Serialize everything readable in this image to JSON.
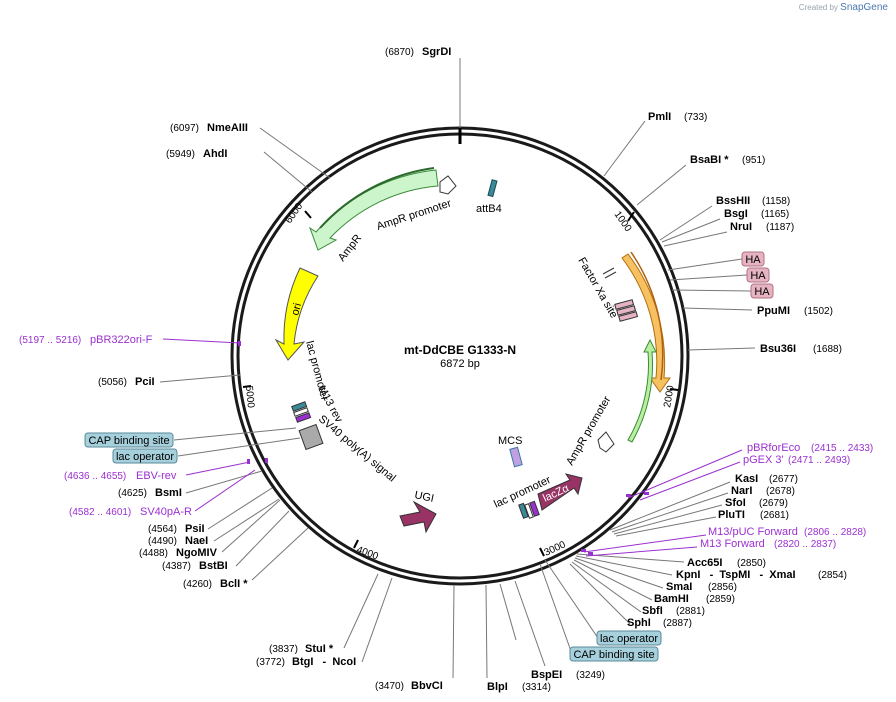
{
  "watermark": {
    "prefix": "Created by",
    "brand": "SnapGene"
  },
  "plasmid": {
    "name": "mt-DdCBE G1333-N",
    "size": "6872 bp"
  },
  "ticks": [
    "1000",
    "2000",
    "3000",
    "4000",
    "5000",
    "6000"
  ],
  "sites": [
    {
      "id": "sgrdi",
      "pos": "(6870)",
      "name": "SgrDI"
    },
    {
      "id": "pmli",
      "pos": "(733)",
      "name": "PmlI"
    },
    {
      "id": "bsabi",
      "pos": "(951)",
      "name": "BsaBI  *"
    },
    {
      "id": "bsshii",
      "pos": "(1158)",
      "name": "BssHII"
    },
    {
      "id": "bsgi",
      "pos": "(1165)",
      "name": "BsgI"
    },
    {
      "id": "drui",
      "pos": "(1187)",
      "name": "NruI"
    },
    {
      "id": "ppumi",
      "pos": "(1502)",
      "name": "PpuMI"
    },
    {
      "id": "bsu36i",
      "pos": "(1688)",
      "name": "Bsu36I"
    },
    {
      "id": "kasi",
      "pos": "(2677)",
      "name": "KasI"
    },
    {
      "id": "nari",
      "pos": "(2678)",
      "name": "NarI"
    },
    {
      "id": "sfoi",
      "pos": "(2679)",
      "name": "SfoI"
    },
    {
      "id": "pluti",
      "pos": "(2681)",
      "name": "PluTI"
    },
    {
      "id": "acc65i",
      "pos": "(2850)",
      "name": "Acc65I"
    },
    {
      "id": "kpni",
      "pos": "(2854)",
      "name": "KpnI   -  TspMI   -  XmaI"
    },
    {
      "id": "smai",
      "pos": "(2856)",
      "name": "SmaI"
    },
    {
      "id": "bamhi",
      "pos": "(2859)",
      "name": "BamHI"
    },
    {
      "id": "sbfi",
      "pos": "(2881)",
      "name": "SbfI"
    },
    {
      "id": "sphi",
      "pos": "(2887)",
      "name": "SphI"
    },
    {
      "id": "bspei",
      "pos": "(3249)",
      "name": "BspEI"
    },
    {
      "id": "blpi",
      "pos": "(3314)",
      "name": "BlpI"
    },
    {
      "id": "bbvci",
      "pos": "(3470)",
      "name": "BbvCI"
    },
    {
      "id": "btgi",
      "pos": "(3772)",
      "name": "BtgI   -  NcoI"
    },
    {
      "id": "stui",
      "pos": "(3837)",
      "name": "StuI  *"
    },
    {
      "id": "bcli",
      "pos": "(4260)",
      "name": "BclI  *"
    },
    {
      "id": "bstbi",
      "pos": "(4387)",
      "name": "BstBI"
    },
    {
      "id": "ngomiv",
      "pos": "(4488)",
      "name": "NgoMIV"
    },
    {
      "id": "naei",
      "pos": "(4490)",
      "name": "NaeI"
    },
    {
      "id": "psii",
      "pos": "(4564)",
      "name": "PsiI"
    },
    {
      "id": "bsmi",
      "pos": "(4625)",
      "name": "BsmI"
    },
    {
      "id": "pcii",
      "pos": "(5056)",
      "name": "PciI"
    },
    {
      "id": "ahdi",
      "pos": "(5949)",
      "name": "AhdI"
    },
    {
      "id": "nmeaiii",
      "pos": "(6097)",
      "name": "NmeAIII"
    }
  ],
  "primers": [
    {
      "id": "pbrfor",
      "name": "pBRforEco",
      "range": "(2415 .. 2433)"
    },
    {
      "id": "pgex",
      "name": "pGEX 3'",
      "range": "(2471 .. 2493)"
    },
    {
      "id": "m13fwd",
      "name": "M13/pUC Forward",
      "range": "(2806 .. 2828)"
    },
    {
      "id": "m13f",
      "name": "M13 Forward",
      "range": "(2820 .. 2837)"
    },
    {
      "id": "ebv",
      "name": "EBV-rev",
      "range": "(4636 .. 4655)"
    },
    {
      "id": "sv40pa",
      "name": "SV40pA-R",
      "range": "(4582 .. 4601)"
    },
    {
      "id": "pbr322",
      "name": "pBR322ori-F",
      "range": "(5197 .. 5216)"
    }
  ],
  "boxes": {
    "ha1": "HA",
    "ha2": "HA",
    "ha3": "HA",
    "lacop_r": "lac operator",
    "cap_r": "CAP binding site",
    "cap_l": "CAP binding site",
    "lacop_l": "lac operator"
  },
  "features": {
    "attb4": "attB4",
    "factorxa": "Factor Xa site",
    "ampr_prom_top": "AmpR promoter",
    "ampr": "AmpR",
    "ori": "ori",
    "lac_prom_left": "lac promoter",
    "m13rev": "M13 rev",
    "sv40": "SV40 poly(A) signal",
    "ugi": "UGI",
    "mcs": "MCS",
    "lac_prom_right": "lac promoter",
    "lacza": "lacZα",
    "ampr_prom_right": "AmpR promoter"
  },
  "colors": {
    "backbone": "#1a1a1a",
    "ampr": "#ccf5cc",
    "ampr_stroke": "#3a8a3a",
    "ori": "#ffff00",
    "ugi": "#993366",
    "lacza": "#993366",
    "ha": "#e6b3c3",
    "primer": "#9b30d0",
    "lac_box": "#a6d0dc",
    "orange": "#f0a020",
    "promoter": "#ffffff"
  }
}
